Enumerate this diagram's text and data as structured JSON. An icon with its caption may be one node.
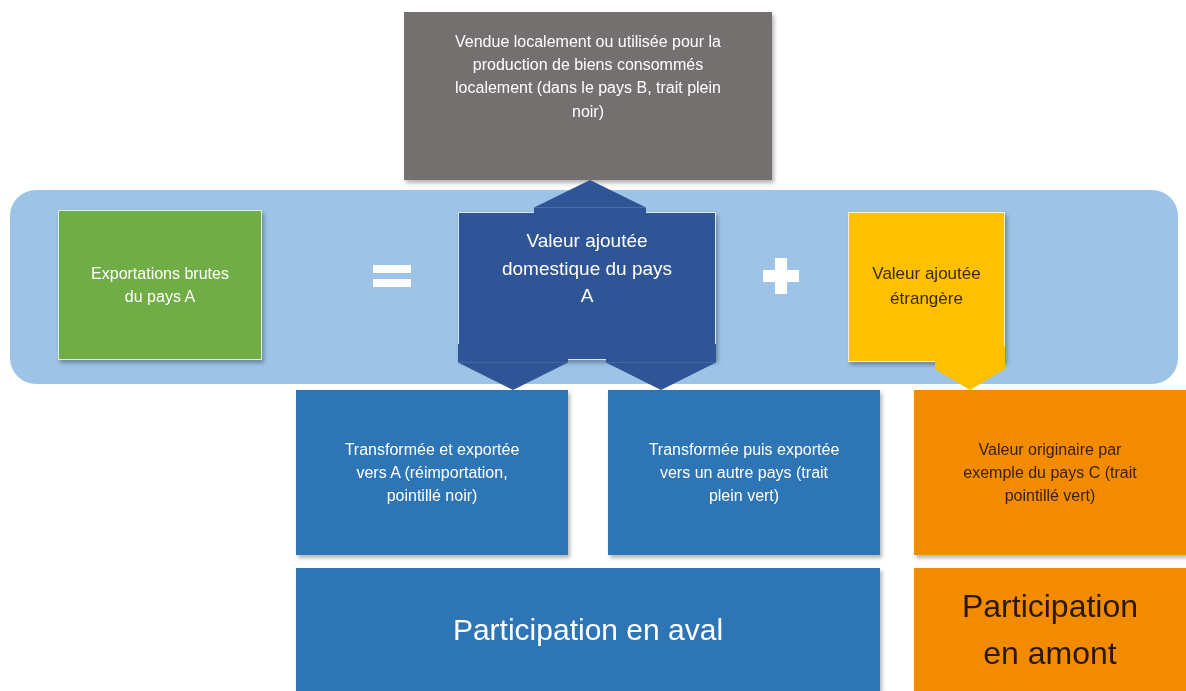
{
  "diagram": {
    "nodes": [
      {
        "text": [
          "Vendue localement ou utilisée pour la production de biens consommés localement (dans le pays B, trait plein noir)"
        ]
      },
      {
        "text": [],
        "shape": "band"
      },
      {
        "text": [
          "Exportations brutes du pays A"
        ],
        "in": 1
      },
      {
        "text": [
          "Valeur ajoutée domestique du pays A"
        ],
        "in": 1
      },
      {
        "text": [
          "Valeur ajoutée étrangère"
        ],
        "in": 1
      },
      {
        "text": [
          "Transformée et exportée vers A (réimportation, pointillé noir)"
        ]
      },
      {
        "text": [
          "Transformée puis exportée vers un autre pays (trait plein vert)"
        ]
      },
      {
        "text": [
          "Valeur originaire par exemple du pays C (trait pointillé vert)"
        ]
      },
      {
        "text": [
          "Participation en aval"
        ]
      },
      {
        "text": [
          "Participation en amont"
        ]
      }
    ],
    "edges": [
      {
        "from": 3,
        "to": 0,
        "arrow": "to"
      },
      {
        "from": 3,
        "to": 5,
        "arrow": "to"
      },
      {
        "from": 3,
        "to": 6,
        "arrow": "to"
      },
      {
        "from": 4,
        "to": 7,
        "arrow": "to",
        "color": "#ffc000"
      }
    ]
  }
}
